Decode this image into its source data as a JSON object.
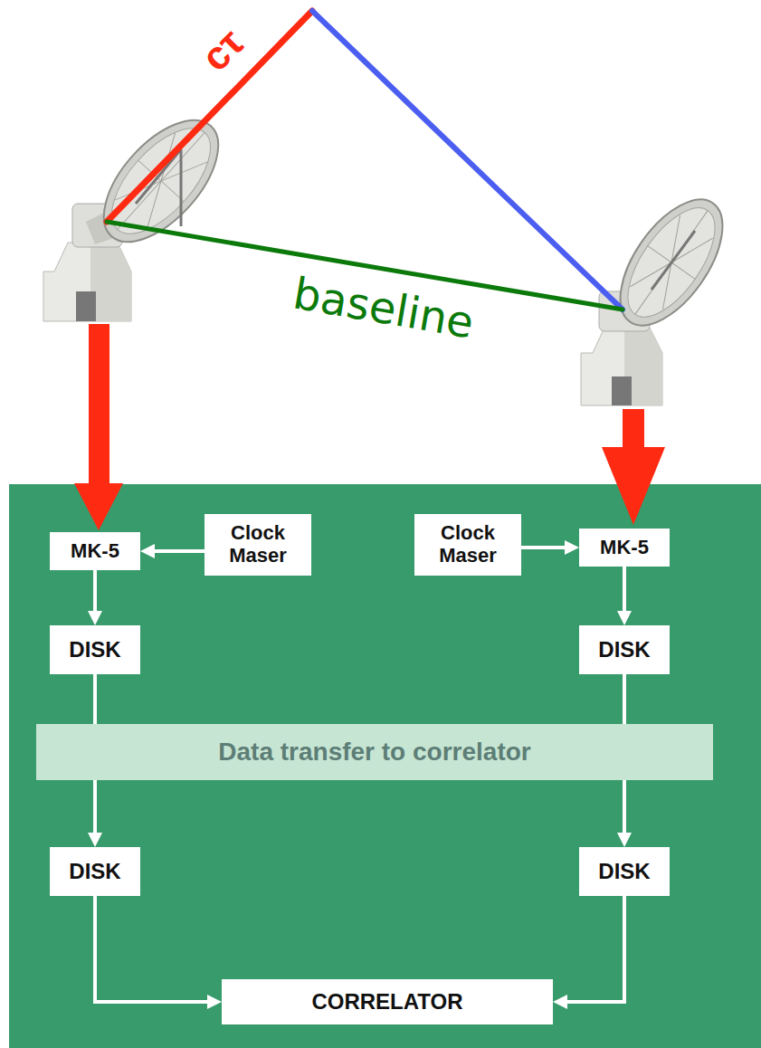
{
  "diagram": {
    "nodes": [
      {
        "text": [
          "MK-5"
        ]
      },
      {
        "text": [
          "Clock Maser"
        ]
      },
      {
        "text": [
          "Clock Maser"
        ]
      },
      {
        "text": [
          "MK-5"
        ]
      },
      {
        "text": [
          "DISK"
        ]
      },
      {
        "text": [
          "DISK"
        ]
      },
      {
        "text": [
          "Data transfer to correlator"
        ]
      },
      {
        "text": [
          "DISK"
        ]
      },
      {
        "text": [
          "DISK"
        ]
      },
      {
        "text": [
          "CORRELATOR"
        ]
      }
    ],
    "edges": [
      {
        "from": 1,
        "to": 0,
        "arrow": "to"
      },
      {
        "from": 2,
        "to": 3,
        "arrow": "to"
      },
      {
        "from": 0,
        "to": 4,
        "arrow": "to"
      },
      {
        "from": 3,
        "to": 5,
        "arrow": "to"
      },
      {
        "from": 4,
        "to": 6,
        "arrow": "none"
      },
      {
        "from": 5,
        "to": 6,
        "arrow": "none"
      },
      {
        "from": 6,
        "to": 7,
        "arrow": "to"
      },
      {
        "from": 6,
        "to": 8,
        "arrow": "to"
      },
      {
        "from": 7,
        "to": 9,
        "arrow": "to"
      },
      {
        "from": 8,
        "to": 9,
        "arrow": "to"
      }
    ],
    "labels": [
      "cτ",
      "baseline"
    ]
  }
}
